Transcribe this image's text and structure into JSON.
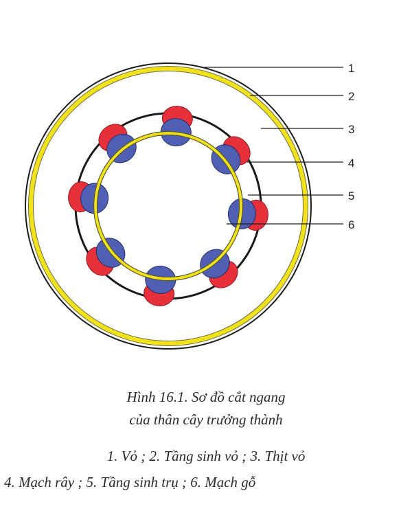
{
  "colors": {
    "outline": "#1a1a1a",
    "cambium_yellow": "#f2e21a",
    "phloem_red": "#e8303a",
    "xylem_blue": "#4f5fb4",
    "pith": "#ffffff"
  },
  "labels": [
    "1",
    "2",
    "3",
    "4",
    "5",
    "6"
  ],
  "caption": {
    "line1": "Hình 16.1. Sơ đồ cắt ngang",
    "line2": "của thân cây trưởng thành"
  },
  "legend": {
    "line1": "1. Vỏ ; 2. Tầng sinh vỏ ; 3. Thịt vỏ",
    "line2": "4. Mạch rây ; 5. Tầng sinh trụ ; 6. Mạch gỗ"
  }
}
